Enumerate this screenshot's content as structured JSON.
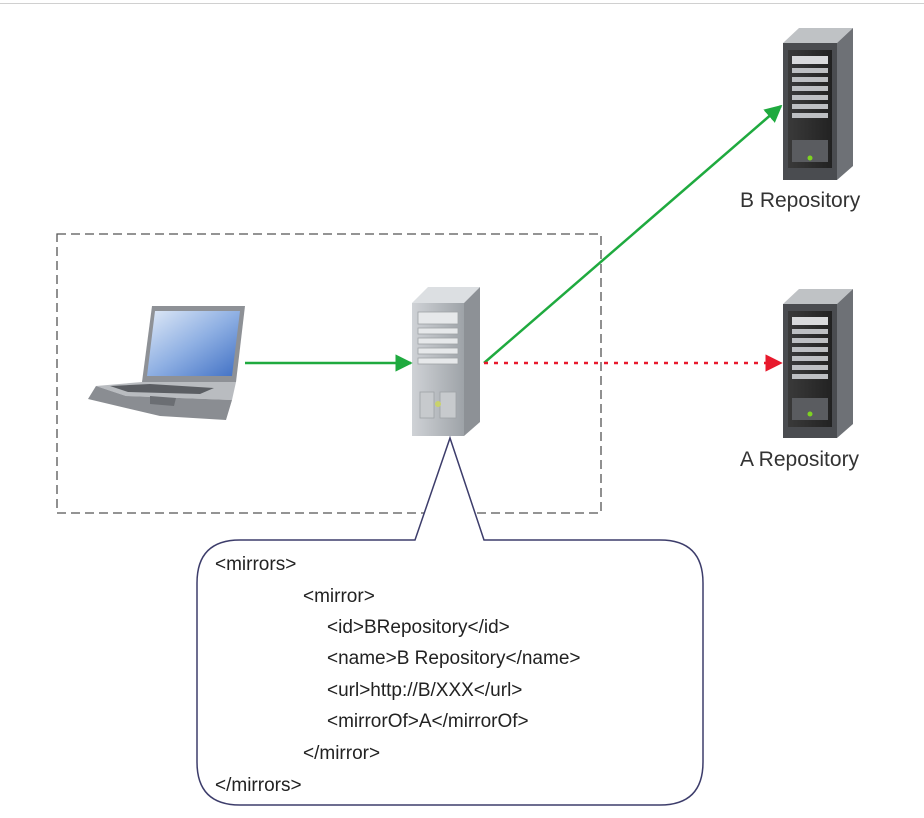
{
  "repositories": {
    "b_label": "B Repository",
    "a_label": "A Repository"
  },
  "callout": {
    "lines": [
      "<mirrors>",
      "<mirror>",
      "<id>BRepository</id>",
      "<name>B Repository</name>",
      "<url>http://B/XXX</url>",
      "<mirrorOf>A</mirrorOf>",
      "</mirror>",
      "</mirrors>"
    ]
  },
  "colors": {
    "active_arrow": "#1faa3f",
    "blocked_arrow": "#e8192c",
    "callout_border": "#3d3d6b",
    "group_border": "#555555"
  },
  "icons": {
    "client": "laptop-icon",
    "proxy": "server-icon",
    "repository": "server-tower-icon"
  }
}
